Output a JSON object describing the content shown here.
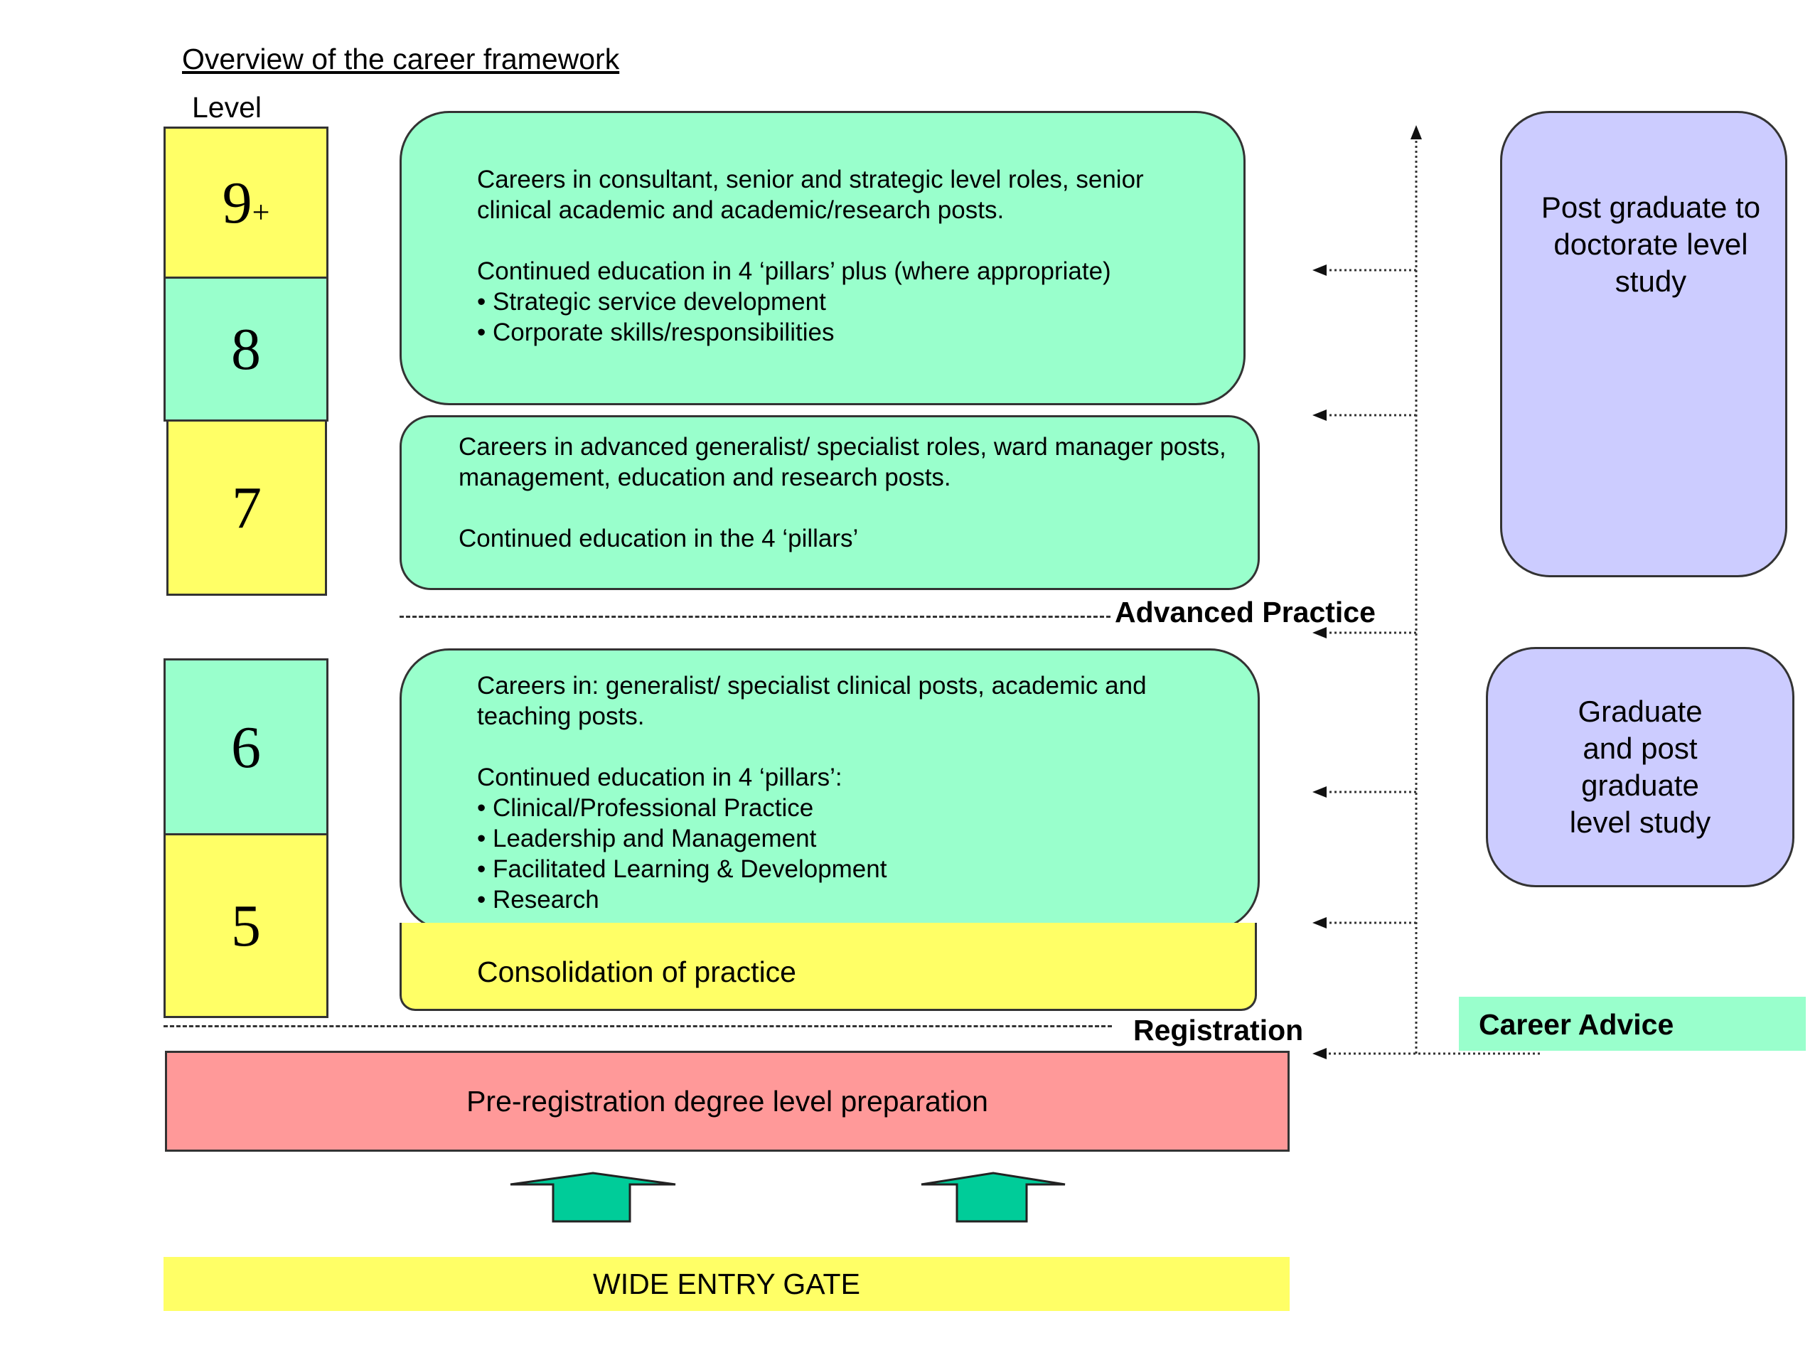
{
  "title": "Overview of the career framework",
  "level_label": "Level",
  "levels": [
    "9+",
    "8",
    "7",
    "6",
    "5"
  ],
  "box_top": {
    "intro": "Careers in consultant, senior and strategic level roles, senior clinical academic and academic/research posts.",
    "education": "Continued education in 4 ‘pillars’ plus (where appropriate)",
    "bullets": [
      "Strategic service development",
      "Corporate skills/responsibilities"
    ]
  },
  "box_mid": {
    "intro": "Careers in advanced generalist/ specialist  roles, ward manager posts, management, education and research posts.",
    "education": "Continued education in the 4 ‘pillars’"
  },
  "box_low": {
    "intro": "Careers in: generalist/ specialist clinical posts, academic and teaching posts.",
    "education": "Continued education in 4 ‘pillars’:",
    "bullets": [
      "Clinical/Professional Practice",
      "Leadership and Management",
      "Facilitated Learning & Development",
      "Research"
    ]
  },
  "consolidation": "Consolidation of practice",
  "advanced_practice": "Advanced Practice",
  "registration": "Registration",
  "pre_registration": "Pre-registration degree level preparation",
  "wide_entry_gate": "WIDE ENTRY GATE",
  "postgrad_doctorate": "Post graduate to doctorate level study",
  "grad_postgrad": "Graduate and post graduate level study",
  "career_advice": "Career Advice",
  "colors": {
    "yellow": "#ffff66",
    "mint": "#99ffcc",
    "purple": "#ccccff",
    "pink": "#ff9999",
    "arrow_green": "#00cc99",
    "career_advice_bg": "#99ffcc"
  }
}
